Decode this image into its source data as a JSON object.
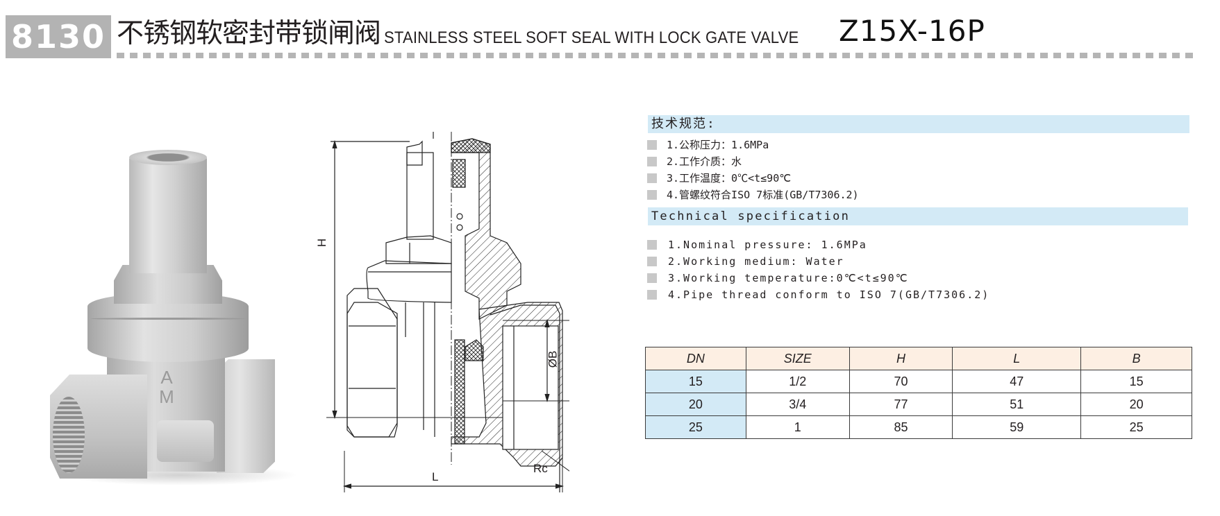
{
  "header": {
    "code": "8130",
    "title_cn": "不锈钢软密封带锁闸阀",
    "title_en": "STAINLESS STEEL SOFT SEAL WITH LOCK GATE VALVE",
    "model": "Z15X-16P",
    "colors": {
      "code_box": "#b3b3b3",
      "dash": "#b5b5b5"
    }
  },
  "photo": {
    "logo_letters": [
      "A",
      "M"
    ]
  },
  "drawing": {
    "label_h": "H",
    "label_l": "L",
    "label_b": "ØB",
    "label_rc": "Rc"
  },
  "spec_cn": {
    "title": "技术规范:",
    "items": [
      "1.公称压力：1.6MPa",
      "2.工作介质：水",
      "3.工作温度：0℃<t≤90℃",
      "4.管螺纹符合ISO 7标准(GB/T7306.2)"
    ]
  },
  "spec_en": {
    "title": "Technical specification",
    "items": [
      "1.Nominal pressure: 1.6MPa",
      "2.Working medium: Water",
      "3.Working temperature:0℃<t≤90℃",
      "4.Pipe thread conform to ISO 7(GB/T7306.2)"
    ]
  },
  "colors": {
    "section_bar": "#d3eaf6",
    "table_header": "#fdefe3",
    "table_dn_col": "#d3eaf6",
    "bullet": "#c8c8c8"
  },
  "table": {
    "headers": [
      "DN",
      "SIZE",
      "H",
      "L",
      "B"
    ],
    "rows": [
      [
        "15",
        "1/2",
        "70",
        "47",
        "15"
      ],
      [
        "20",
        "3/4",
        "77",
        "51",
        "20"
      ],
      [
        "25",
        "1",
        "85",
        "59",
        "25"
      ]
    ]
  }
}
